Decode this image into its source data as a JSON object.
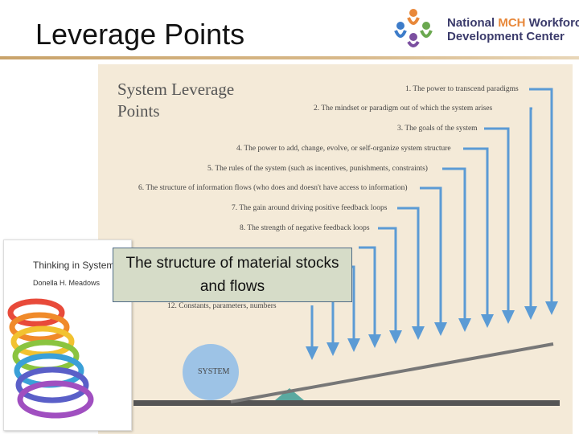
{
  "slide": {
    "title": "Leverage Points"
  },
  "logo": {
    "line1_a": "National ",
    "line1_b": "MCH",
    "line1_c": " Workforce",
    "line2": "Development Center"
  },
  "diagram": {
    "title": "System Leverage Points",
    "leverage_points": [
      "1. The power to transcend paradigms",
      "2. The mindset or paradigm out of which the system arises",
      "3. The goals of the system",
      "4. The power to add, change, evolve, or self-organize system structure",
      "5. The rules of the system (such as incentives, punishments, constraints)",
      "6. The structure of information flows (who does and doesn't have access to information)",
      "7. The gain around driving positive feedback loops",
      "8. The strength of negative feedback loops",
      "12. Constants, parameters, numbers"
    ],
    "system_label": "SYSTEM",
    "colors": {
      "arrow": "#5b9bd5",
      "lever": "#777777",
      "fulcrum": "#5aa9a0",
      "ball": "#9dc3e6",
      "ground": "#555555"
    }
  },
  "book": {
    "title": "Thinking in Systems",
    "author": "Donella H. Meadows"
  },
  "callout": {
    "text": "The structure of material stocks and flows"
  }
}
